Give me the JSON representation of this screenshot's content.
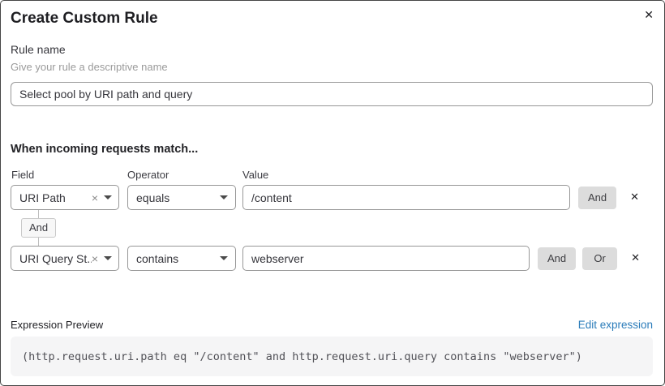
{
  "dialog": {
    "title": "Create Custom Rule"
  },
  "icons": {
    "close": "✕",
    "remove_tag": "×",
    "delete_row": "✕"
  },
  "rule_name": {
    "label": "Rule name",
    "helper": "Give your rule a descriptive name",
    "value": "Select pool by URI path and query"
  },
  "match_section": {
    "heading": "When incoming requests match...",
    "column_headers": [
      "Field",
      "Operator",
      "Value"
    ],
    "connector_label": "And",
    "conditions": [
      {
        "field": "URI Path",
        "operator": "equals",
        "value": "/content",
        "and_label": "And"
      },
      {
        "field": "URI Query St...",
        "operator": "contains",
        "value": "webserver",
        "and_label": "And",
        "or_label": "Or"
      }
    ]
  },
  "expression_preview": {
    "label": "Expression Preview",
    "edit_link": "Edit expression",
    "expression": "(http.request.uri.path eq \"/content\" and http.request.uri.query contains \"webserver\")"
  },
  "colors": {
    "link_blue": "#2b7cba",
    "button_gray": "#dcdcdc",
    "code_bg": "#f5f5f6",
    "border_gray": "#979797"
  }
}
